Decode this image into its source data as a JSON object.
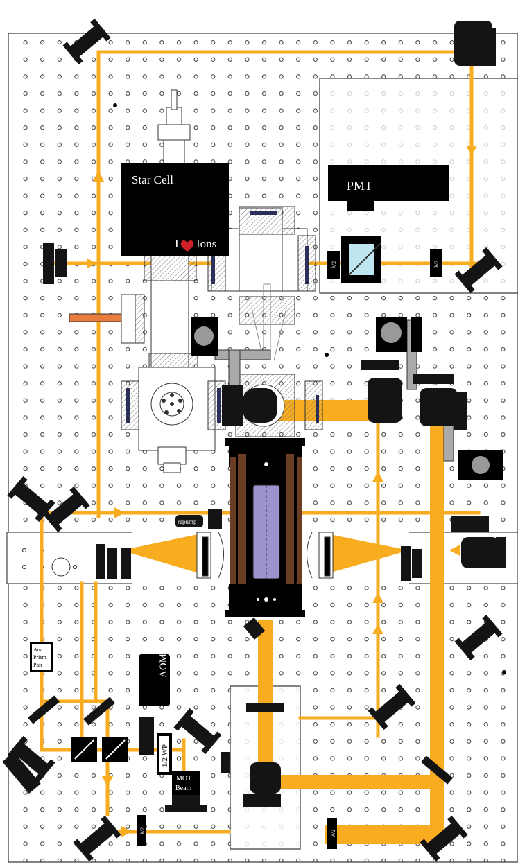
{
  "labels": {
    "star_cell": "Star Cell",
    "i_love_ions_prefix": "I",
    "i_love_ions_suffix": "Ions",
    "pmt": "PMT",
    "repump": "repump",
    "aom": "AOM",
    "ana_prism_pair": [
      "Ana.",
      "Prism",
      "Pair"
    ],
    "half_wave_plate": "1/2 WP",
    "mot_beam": [
      "MOT",
      "Beam"
    ],
    "waveplate_1": "λ/2",
    "waveplate_2": "λ/2",
    "waveplate_3": "λ/2",
    "waveplate_4": "λ/2"
  },
  "colors": {
    "beam": "#f7ad1f",
    "board": "#ffffff",
    "mount": "#141414",
    "cell_fill": "#9c93cc",
    "cell_wall": "#6b3d24",
    "heart": "#d0202a",
    "bar": "#e87d3e"
  }
}
